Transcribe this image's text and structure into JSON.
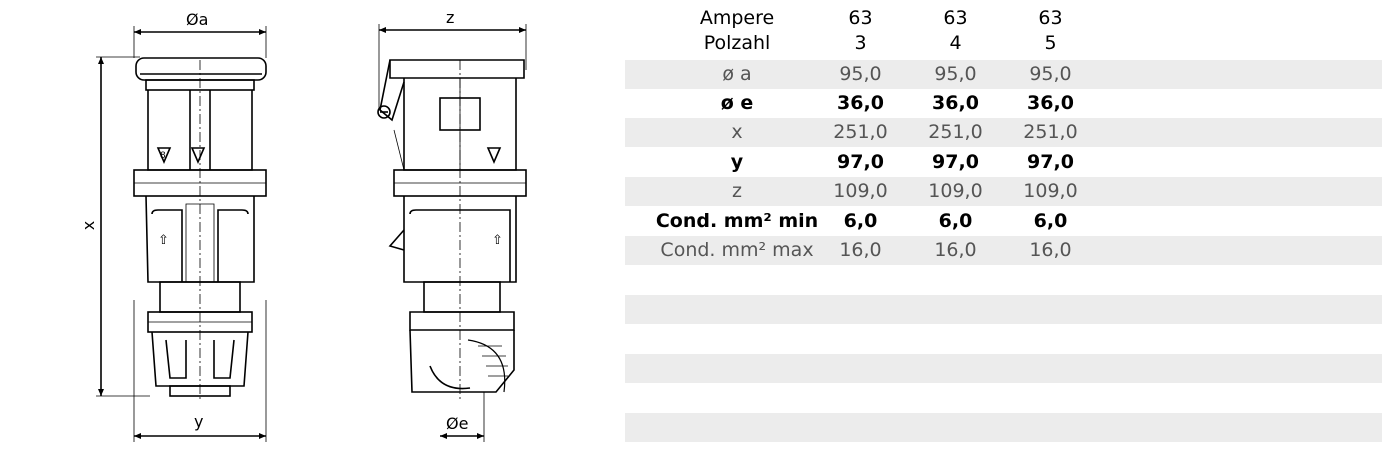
{
  "drawing": {
    "dim_a": "Øa",
    "dim_z": "z",
    "dim_x": "x",
    "dim_y": "y",
    "dim_e": "Øe"
  },
  "table": {
    "header": [
      {
        "label": "Ampere",
        "values": [
          "63",
          "63",
          "63"
        ]
      },
      {
        "label": "Polzahl",
        "values": [
          "3",
          "4",
          "5"
        ]
      }
    ],
    "rows": [
      {
        "label": "ø a",
        "values": [
          "95,0",
          "95,0",
          "95,0"
        ],
        "bold": false
      },
      {
        "label": "ø e",
        "values": [
          "36,0",
          "36,0",
          "36,0"
        ],
        "bold": true
      },
      {
        "label": "x",
        "values": [
          "251,0",
          "251,0",
          "251,0"
        ],
        "bold": false
      },
      {
        "label": "y",
        "values": [
          "97,0",
          "97,0",
          "97,0"
        ],
        "bold": true
      },
      {
        "label": "z",
        "values": [
          "109,0",
          "109,0",
          "109,0"
        ],
        "bold": false
      },
      {
        "label": "Cond. mm² min",
        "values": [
          "6,0",
          "6,0",
          "6,0"
        ],
        "bold": true
      },
      {
        "label": "Cond. mm² max",
        "values": [
          "16,0",
          "16,0",
          "16,0"
        ],
        "bold": false
      }
    ]
  },
  "colors": {
    "row_shade": "#ececec",
    "line": "#000000"
  }
}
